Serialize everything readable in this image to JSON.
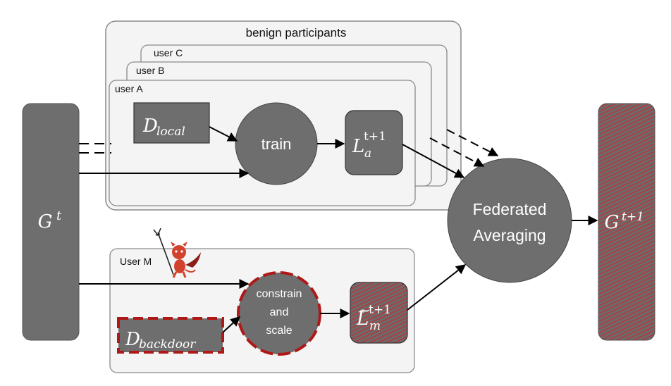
{
  "diagram": {
    "benign_group_label": "benign participants",
    "user_c_label": "user C",
    "user_b_label": "user B",
    "user_a_label": "user A",
    "user_m_label": "User M",
    "global_model": {
      "base": "G",
      "sup": "t"
    },
    "global_model_next": {
      "base": "G",
      "sup": "t+1"
    },
    "d_local": {
      "base": "D",
      "sub": "local"
    },
    "d_backdoor": {
      "base": "D",
      "sub": "backdoor"
    },
    "train_label": "train",
    "local_model_a": {
      "base": "L",
      "sub": "a",
      "sup": "t+1"
    },
    "local_model_m": {
      "base": "L",
      "sub": "m",
      "sup": "t+1",
      "accent": "~"
    },
    "constrain_label": [
      "constrain",
      "and",
      "scale"
    ],
    "fedavg_label": [
      "Federated",
      "Averaging"
    ],
    "colors": {
      "node_fill": "#6e6e6e",
      "panel_fill": "#f4f4f4",
      "panel_stroke": "#8a8a8a",
      "malicious_red": "#b01818",
      "arrow": "#000000"
    },
    "icons": {
      "attacker": "devil-icon"
    }
  }
}
